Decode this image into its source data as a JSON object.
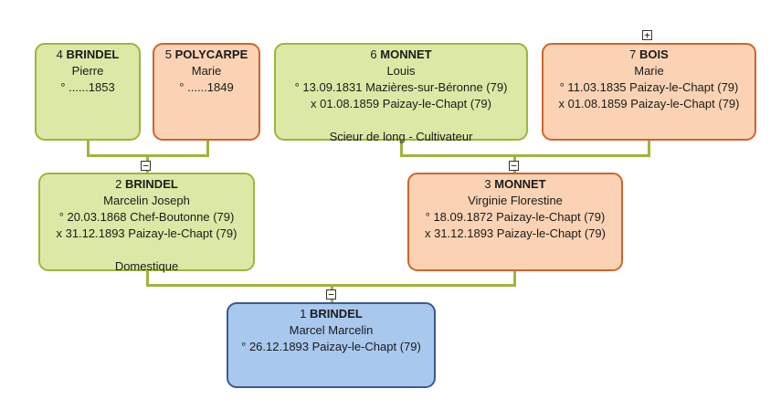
{
  "persons": {
    "p4": {
      "num": "4",
      "surname": "BRINDEL",
      "given": "Pierre",
      "line1": "° ......1853"
    },
    "p5": {
      "num": "5",
      "surname": "POLYCARPE",
      "given": "Marie",
      "line1": "° ......1849"
    },
    "p6": {
      "num": "6",
      "surname": "MONNET",
      "given": "Louis",
      "line1": "° 13.09.1831 Mazières-sur-Béronne (79)",
      "line2": "x 01.08.1859 Paizay-le-Chapt (79)",
      "occupation": "Scieur de long - Cultivateur"
    },
    "p7": {
      "num": "7",
      "surname": "BOIS",
      "given": "Marie",
      "line1": "° 11.03.1835 Paizay-le-Chapt (79)",
      "line2": "x 01.08.1859 Paizay-le-Chapt (79)"
    },
    "p2": {
      "num": "2",
      "surname": "BRINDEL",
      "given": "Marcelin Joseph",
      "line1": "° 20.03.1868 Chef-Boutonne (79)",
      "line2": "x 31.12.1893 Paizay-le-Chapt (79)",
      "occupation": "Domestique"
    },
    "p3": {
      "num": "3",
      "surname": "MONNET",
      "given": "Virginie Florestine",
      "line1": "° 18.09.1872 Paizay-le-Chapt (79)",
      "line2": "x 31.12.1893 Paizay-le-Chapt (79)"
    },
    "p1": {
      "num": "1",
      "surname": "BRINDEL",
      "given": "Marcel Marcelin",
      "line1": "° 26.12.1893 Paizay-le-Chapt (79)"
    }
  },
  "toggles": {
    "expand": "+",
    "collapse": "−"
  },
  "colors": {
    "male_bg": "#dce9a6",
    "male_border": "#9fb43c",
    "female_bg": "#fbd3b4",
    "female_border": "#d2632b",
    "root_bg": "#a9c8ee",
    "root_border": "#3a5a94",
    "connector": "#9fb43c"
  }
}
